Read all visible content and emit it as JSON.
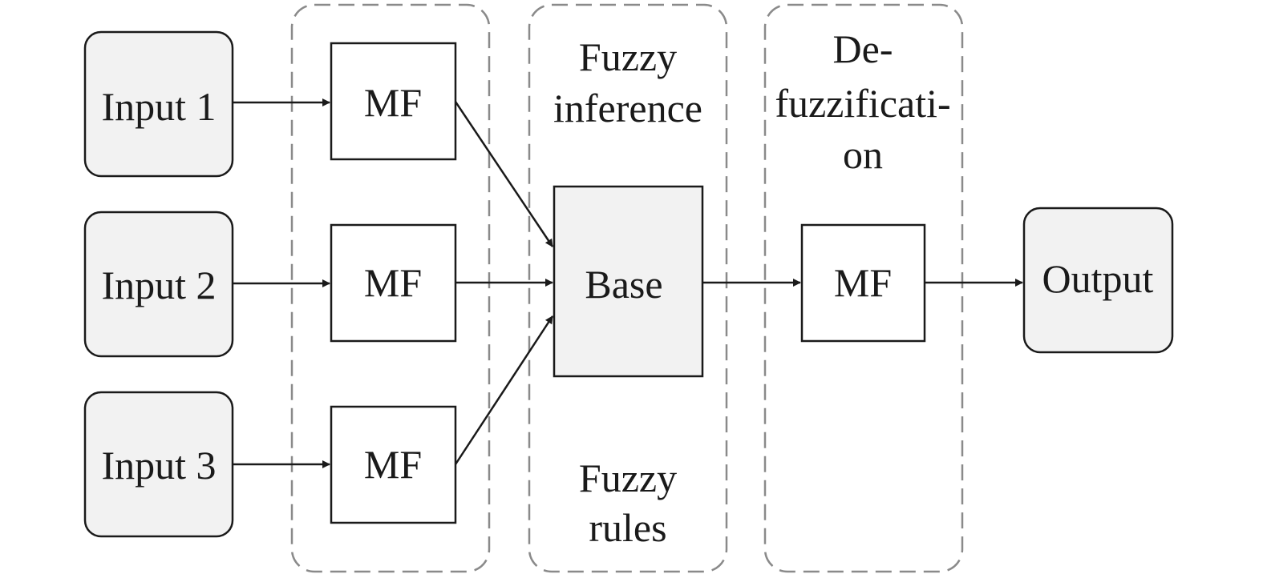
{
  "inputs": [
    {
      "label": "Input 1"
    },
    {
      "label": "Input 2"
    },
    {
      "label": "Input 3"
    }
  ],
  "fuzzification": {
    "mf_blocks": [
      {
        "label": "MF"
      },
      {
        "label": "MF"
      },
      {
        "label": "MF"
      }
    ]
  },
  "inference": {
    "title_line1": "Fuzzy",
    "title_line2": "inference",
    "base_label": "Base",
    "rules_line1": "Fuzzy",
    "rules_line2": "rules"
  },
  "defuzzification": {
    "title_line1": "De-",
    "title_line2": "fuzzificati-",
    "title_line3": "on",
    "mf_label": "MF"
  },
  "output": {
    "label": "Output"
  },
  "colors": {
    "stroke": "#1a1a1a",
    "dashed_border": "#8a8a8a",
    "fill_gray": "#f2f2f2",
    "fill_white": "#ffffff"
  }
}
